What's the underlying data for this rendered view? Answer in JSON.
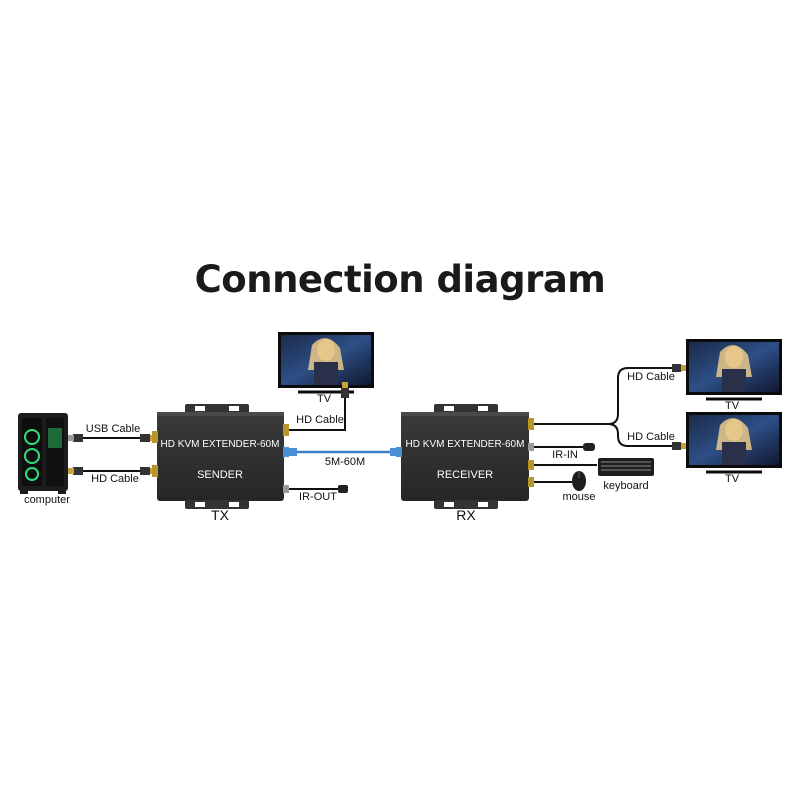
{
  "title": "Connection diagram",
  "sender": {
    "name": "HD KVM EXTENDER-60M",
    "role": "SENDER",
    "side": "TX"
  },
  "receiver": {
    "name": "HD KVM EXTENDER-60M",
    "role": "RECEIVER",
    "side": "RX"
  },
  "labels": {
    "computer": "computer",
    "usb_cable": "USB Cable",
    "hd_cable_left": "HD Cable",
    "tv_top": "TV",
    "hd_cable_tx_out": "HD Cable",
    "distance": "5M-60M",
    "ir_out": "IR-OUT",
    "ir_in": "IR-IN",
    "keyboard": "keyboard",
    "mouse": "mouse",
    "hd_cable_rx_1": "HD Cable",
    "hd_cable_rx_2": "HD Cable",
    "tv_right_1": "TV",
    "tv_right_2": "TV"
  },
  "colors": {
    "device_body": "#2e2e2e",
    "cable": "#111111",
    "network_cable": "#3d7fc4",
    "connector_gold": "#b8962e"
  }
}
